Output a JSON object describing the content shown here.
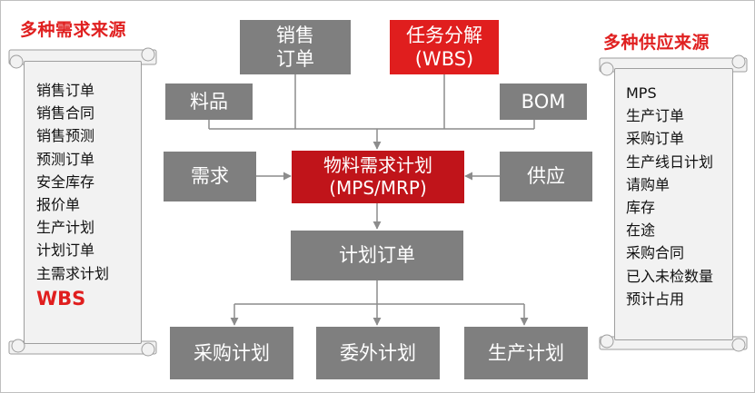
{
  "demand": {
    "heading": "多种需求来源",
    "items": [
      "销售订单",
      "销售合同",
      "销售预测",
      "预测订单",
      "安全库存",
      "报价单",
      "生产计划",
      "计划订单",
      "主需求计划"
    ],
    "highlight": "WBS"
  },
  "supply": {
    "heading": "多种供应来源",
    "items": [
      "MPS",
      "生产订单",
      "采购订单",
      "生产线日计划",
      "请购单",
      "库存",
      "在途",
      "采购合同",
      "已入未检数量",
      "预计占用"
    ]
  },
  "flow": {
    "sales_order": [
      "销售",
      "订单"
    ],
    "wbs": [
      "任务分解",
      "(WBS)"
    ],
    "material": "料品",
    "bom": "BOM",
    "demand": "需求",
    "supply": "供应",
    "mrp": [
      "物料需求计划",
      "(MPS/MRP)"
    ],
    "planned_order": "计划订单",
    "outputs": [
      "采购计划",
      "委外计划",
      "生产计划"
    ]
  },
  "colors": {
    "gray_box": "#7f7f7f",
    "red_box": "#e01e1e",
    "dark_red_box": "#c0141a",
    "heading_red": "#e02020",
    "connector": "#8c8c8c"
  }
}
